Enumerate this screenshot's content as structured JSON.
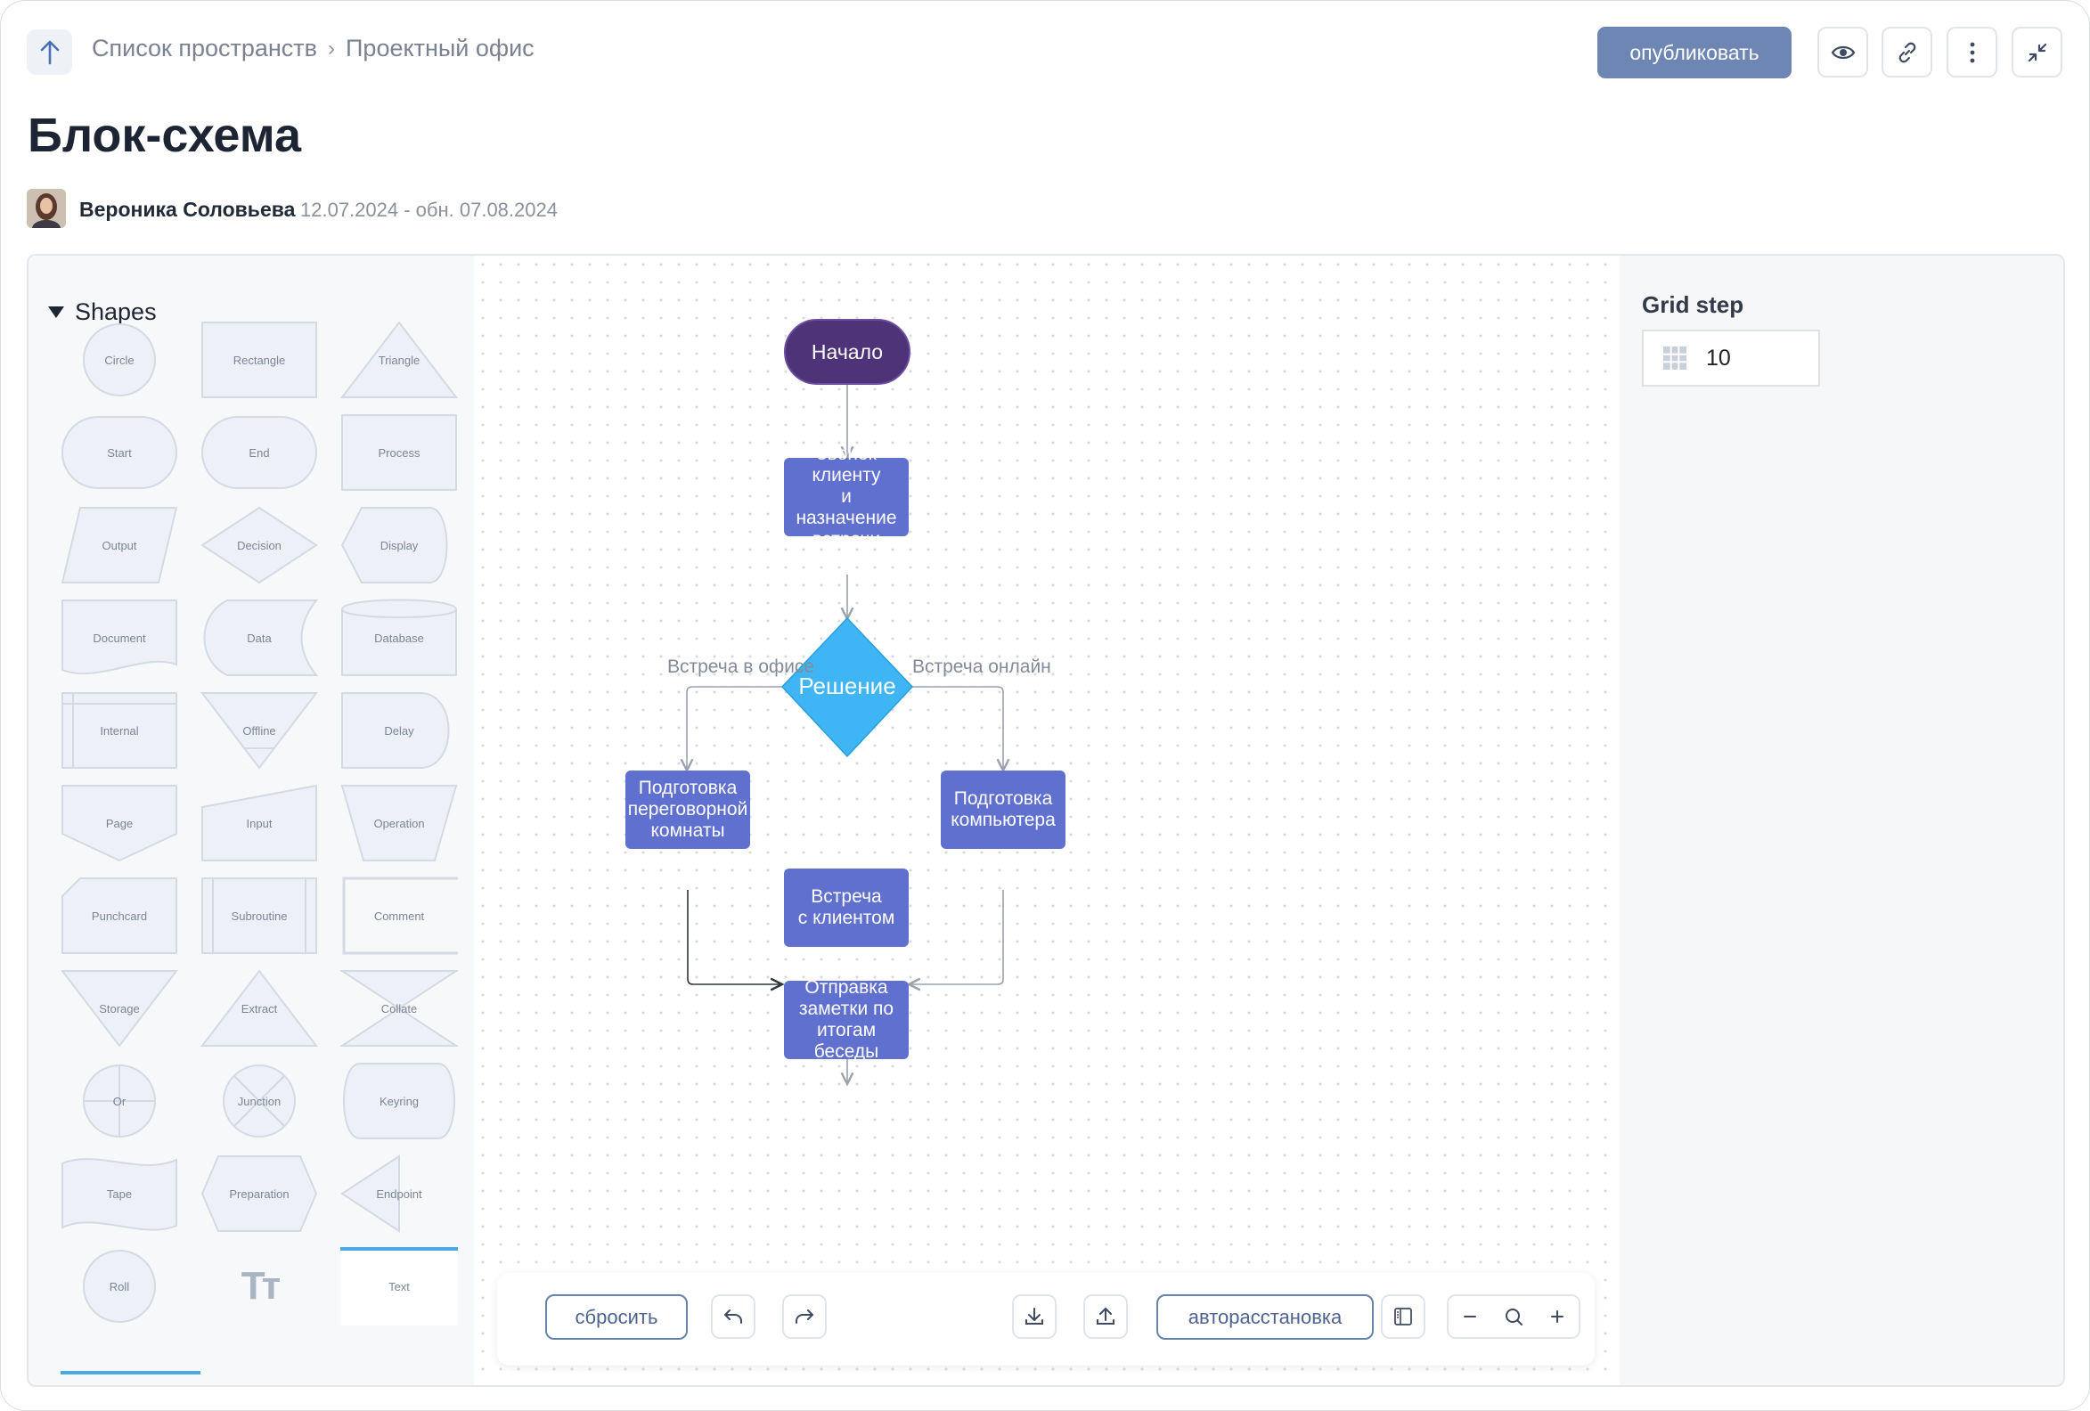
{
  "header": {
    "breadcrumb": [
      "Список пространств",
      "Проектный офис"
    ],
    "breadcrumb_separator": "›",
    "publish_label": "опубликовать",
    "title": "Блок-схема",
    "author": "Вероника Соловьева",
    "dates": "12.07.2024 - обн. 07.08.2024"
  },
  "shapes_panel": {
    "title": "Shapes",
    "shapes": [
      {
        "id": "circle",
        "label": "Circle"
      },
      {
        "id": "rectangle",
        "label": "Rectangle"
      },
      {
        "id": "triangle",
        "label": "Triangle"
      },
      {
        "id": "start",
        "label": "Start"
      },
      {
        "id": "end",
        "label": "End"
      },
      {
        "id": "process",
        "label": "Process"
      },
      {
        "id": "output",
        "label": "Output"
      },
      {
        "id": "decision",
        "label": "Decision"
      },
      {
        "id": "display",
        "label": "Display"
      },
      {
        "id": "document",
        "label": "Document"
      },
      {
        "id": "data",
        "label": "Data"
      },
      {
        "id": "database",
        "label": "Database"
      },
      {
        "id": "internal",
        "label": "Internal"
      },
      {
        "id": "offline",
        "label": "Offline"
      },
      {
        "id": "delay",
        "label": "Delay"
      },
      {
        "id": "page",
        "label": "Page"
      },
      {
        "id": "input",
        "label": "Input"
      },
      {
        "id": "operation",
        "label": "Operation"
      },
      {
        "id": "punchcard",
        "label": "Punchcard"
      },
      {
        "id": "subroutine",
        "label": "Subroutine"
      },
      {
        "id": "comment",
        "label": "Comment"
      },
      {
        "id": "storage",
        "label": "Storage"
      },
      {
        "id": "extract",
        "label": "Extract"
      },
      {
        "id": "collate",
        "label": "Collate"
      },
      {
        "id": "or",
        "label": "Or"
      },
      {
        "id": "junction",
        "label": "Junction"
      },
      {
        "id": "keyring",
        "label": "Keyring"
      },
      {
        "id": "tape",
        "label": "Tape"
      },
      {
        "id": "preparation",
        "label": "Preparation"
      },
      {
        "id": "endpoint",
        "label": "Endpoint"
      },
      {
        "id": "roll",
        "label": "Roll"
      },
      {
        "id": "text-style",
        "label": "Tт"
      },
      {
        "id": "text",
        "label": "Text"
      }
    ]
  },
  "flowchart": {
    "start": "Начало",
    "call": "Звонок клиенту\nи назначение\nвстречи",
    "decision": "Решение",
    "branch_left_label": "Встреча в офисе",
    "branch_right_label": "Встреча онлайн",
    "prep_room": "Подготовка\nпереговорной\nкомнаты",
    "prep_computer": "Подготовка\nкомпьютера",
    "meeting": "Встреча\nс клиентом",
    "notes": "Отправка\nзаметки по\nитогам беседы"
  },
  "side_panel": {
    "grid_step_label": "Grid step",
    "grid_step_value": "10"
  },
  "toolbar": {
    "reset_label": "сбросить",
    "auto_layout_label": "авторасстановка"
  },
  "colors": {
    "node": "#6070cf",
    "start_node": "#4e3378",
    "decision": "#3fb5f5",
    "accent": "#6d86b3",
    "selection": "#4aa8e6"
  },
  "icons": {
    "up": "arrow-up-icon",
    "preview": "eye-icon",
    "link": "link-icon",
    "more": "more-vertical-icon",
    "collapse": "collapse-icon",
    "undo": "undo-icon",
    "redo": "redo-icon",
    "download": "download-icon",
    "upload": "upload-icon",
    "panel": "panel-icon",
    "zoom_out": "minus-icon",
    "zoom_fit": "zoom-icon",
    "zoom_in": "plus-icon",
    "grid": "grid-icon"
  }
}
